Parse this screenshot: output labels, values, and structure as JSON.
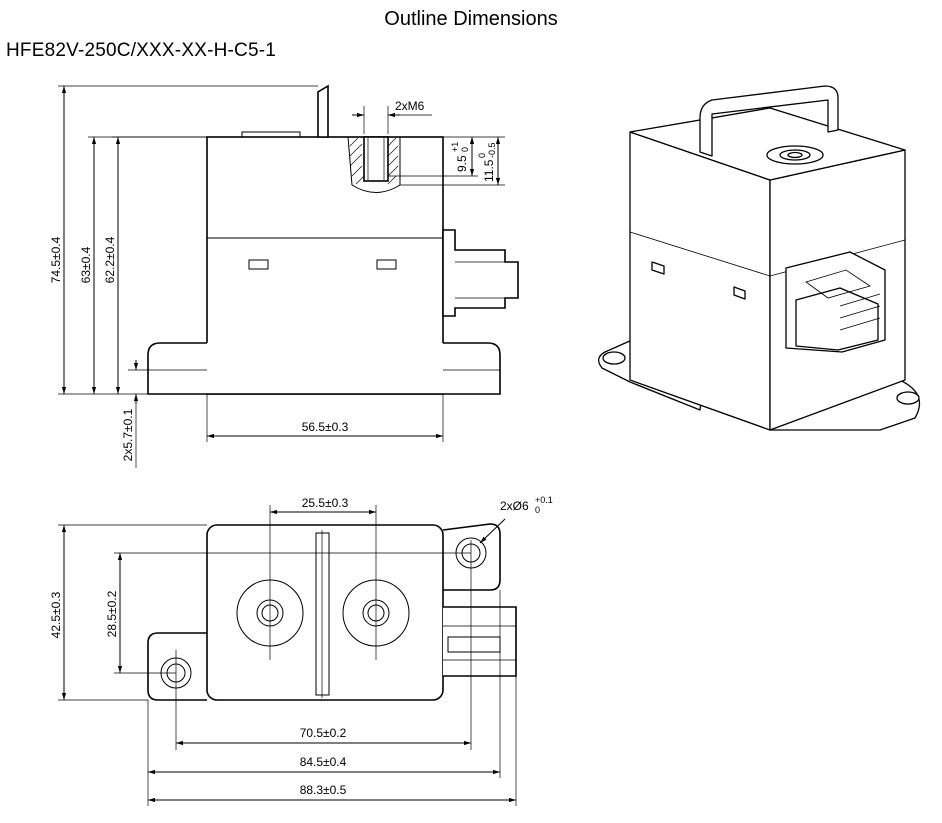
{
  "title": "Outline Dimensions",
  "model": "HFE82V-250C/XXX-XX-H-C5-1",
  "side_view": {
    "height_total": "74.5±0.4",
    "height_body": "63±0.4",
    "height_inner": "62.2±0.4",
    "flange_thickness": "2x5.7±0.1",
    "width": "56.5±0.3",
    "thread": "2xM6",
    "thread_depth_main": "9.5",
    "thread_depth_tol_upper": "+1",
    "thread_depth_tol_lower": "0",
    "insert_depth_main": "11.5",
    "insert_depth_tol_upper": "0",
    "insert_depth_tol_lower": "-0.5"
  },
  "top_view": {
    "terminal_spacing": "25.5±0.3",
    "hole_dia_prefix": "2xØ6",
    "hole_dia_tol_upper": "+0.1",
    "hole_dia_tol_lower": "0",
    "height_total": "42.5±0.3",
    "hole_offset": "28.5±0.2",
    "hole_spacing": "70.5±0.2",
    "width_flange": "84.5±0.4",
    "width_total": "88.3±0.5"
  }
}
